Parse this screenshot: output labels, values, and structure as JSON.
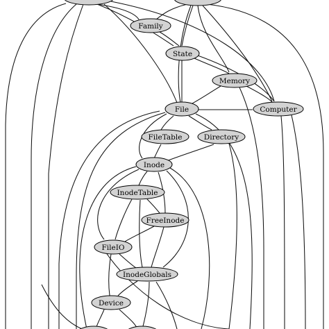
{
  "diagram": {
    "type": "directed-graph",
    "colors": {
      "node_fill": "#d3d3d3",
      "node_stroke": "#000000",
      "edge": "#111111",
      "background": "#ffffff"
    },
    "nodes": [
      {
        "id": "family",
        "label": "Family"
      },
      {
        "id": "state",
        "label": "State"
      },
      {
        "id": "memory",
        "label": "Memory"
      },
      {
        "id": "computer",
        "label": "Computer"
      },
      {
        "id": "file",
        "label": "File"
      },
      {
        "id": "filetable",
        "label": "FileTable"
      },
      {
        "id": "directory",
        "label": "Directory"
      },
      {
        "id": "inode",
        "label": "Inode"
      },
      {
        "id": "inodetable",
        "label": "InodeTable"
      },
      {
        "id": "freeinode",
        "label": "FreeInode"
      },
      {
        "id": "fileio",
        "label": "FileIO"
      },
      {
        "id": "inodeglobals",
        "label": "InodeGlobals"
      },
      {
        "id": "device",
        "label": "Device"
      }
    ],
    "edges": [
      [
        "family",
        "state"
      ],
      [
        "state",
        "memory"
      ],
      [
        "state",
        "file"
      ],
      [
        "state",
        "computer"
      ],
      [
        "memory",
        "computer"
      ],
      [
        "memory",
        "file"
      ],
      [
        "file",
        "filetable"
      ],
      [
        "file",
        "directory"
      ],
      [
        "file",
        "computer"
      ],
      [
        "filetable",
        "inode"
      ],
      [
        "directory",
        "inode"
      ],
      [
        "inode",
        "inodetable"
      ],
      [
        "inode",
        "freeinode"
      ],
      [
        "inode",
        "fileio"
      ],
      [
        "inode",
        "inodeglobals"
      ],
      [
        "inodetable",
        "freeinode"
      ],
      [
        "inodetable",
        "fileio"
      ],
      [
        "inodetable",
        "inodeglobals"
      ],
      [
        "freeinode",
        "fileio"
      ],
      [
        "freeinode",
        "inodeglobals"
      ],
      [
        "fileio",
        "inodeglobals"
      ],
      [
        "fileio",
        "device"
      ],
      [
        "inodeglobals",
        "device"
      ]
    ]
  }
}
